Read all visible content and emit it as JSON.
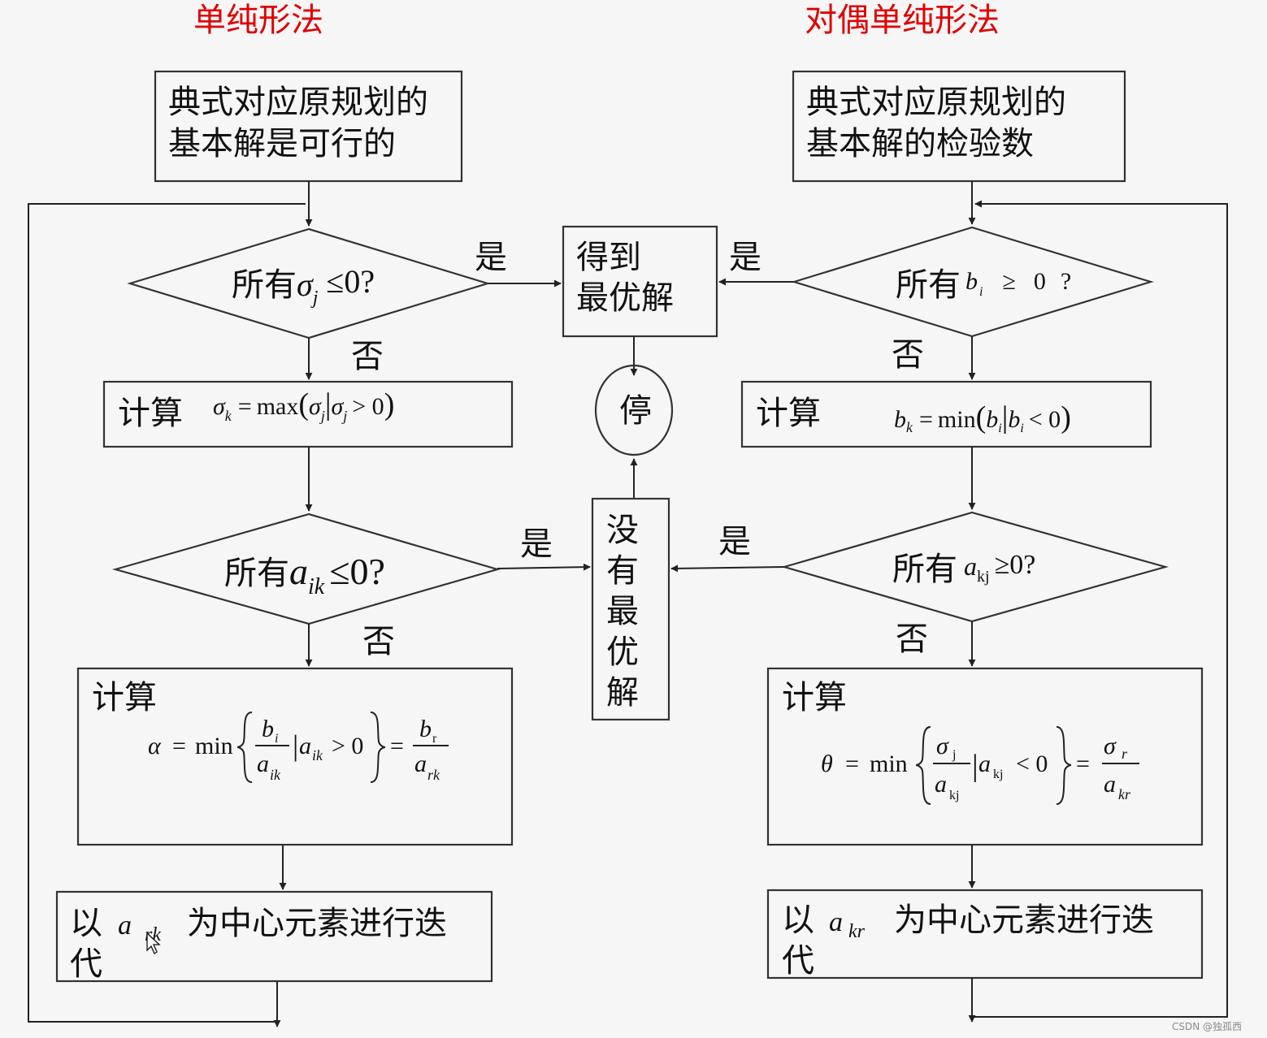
{
  "titles": {
    "simplex": "单纯形法",
    "dual_simplex": "对偶单纯形法"
  },
  "common": {
    "yes": "是",
    "no": "否",
    "optimal_line1": "得到",
    "optimal_line2": "最优解",
    "stop": "停",
    "no_optimal": [
      "没",
      "有",
      "最",
      "优",
      "解"
    ]
  },
  "left": {
    "start_line1": "典式对应原规划的",
    "start_line2": "基本解是可行的",
    "cond1_prefix": "所有",
    "cond1_math": {
      "var": "σ",
      "sub": "j",
      "rel": "≤0?"
    },
    "calc_label": "计算",
    "calc1_math": {
      "lhs": "σ",
      "lhs_sub": "k",
      "eq": "=",
      "fn": "max",
      "arg": "σ",
      "arg_sub": "j",
      "cond_var": "σ",
      "cond_sub": "j",
      "cond_rel": "> 0"
    },
    "cond2_prefix": "所有",
    "cond2_math": {
      "var": "a",
      "sub": "ik",
      "rel": "≤0?"
    },
    "calc2_math": {
      "lhs": "α",
      "eq": "=",
      "fn": "min",
      "num": "b",
      "num_sub": "i",
      "den": "a",
      "den_sub": "ik",
      "cond_var": "a",
      "cond_sub": "ik",
      "cond_rel": "> 0",
      "res_num": "b",
      "res_num_sub": "r",
      "res_den": "a",
      "res_den_sub": "rk"
    },
    "pivot_prefix": "以",
    "pivot_var": "a",
    "pivot_sub": "rk",
    "pivot_suffix": "为中心元素进行迭",
    "pivot_line2": "代"
  },
  "right": {
    "start_line1": "典式对应原规划的",
    "start_line2": "基本解的检验数",
    "cond1_prefix": "所有",
    "cond1_math": {
      "var": "b",
      "sub": "i",
      "rel": "≥",
      "zero": "0",
      "q": "?"
    },
    "calc_label": "计算",
    "calc1_math": {
      "lhs": "b",
      "lhs_sub": "k",
      "eq": "=",
      "fn": "min",
      "arg": "b",
      "arg_sub": "i",
      "cond_var": "b",
      "cond_sub": "i",
      "cond_rel": "< 0"
    },
    "cond2_prefix": "所有",
    "cond2_math": {
      "var": "a",
      "sub": "kj",
      "rel": "≥0?"
    },
    "calc2_math": {
      "lhs": "θ",
      "eq": "=",
      "fn": "min",
      "num": "σ",
      "num_sub": "j",
      "den": "a",
      "den_sub": "kj",
      "cond_var": "a",
      "cond_sub": "kj",
      "cond_rel": "< 0",
      "res_num": "σ",
      "res_num_sub": "r",
      "res_den": "a",
      "res_den_sub": "kr"
    },
    "pivot_prefix": "以",
    "pivot_var": "a",
    "pivot_sub": "kr",
    "pivot_suffix": "为中心元素进行迭",
    "pivot_line2": "代"
  },
  "watermark": "CSDN @独孤西"
}
